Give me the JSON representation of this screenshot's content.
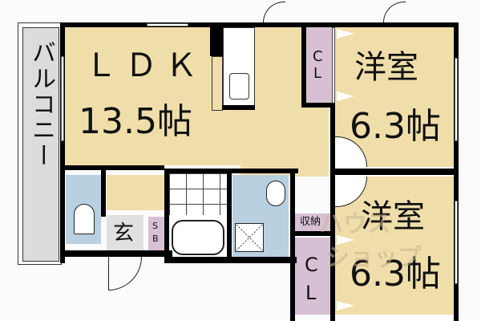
{
  "floor_plan": {
    "rooms": {
      "ldk": {
        "name": "ＬＤＫ",
        "size": "13.5帖"
      },
      "western_room_1": {
        "name": "洋室",
        "size": "6.3帖"
      },
      "western_room_2": {
        "name": "洋室",
        "size": "6.3帖"
      },
      "closet_1": {
        "c": "C",
        "l": "L"
      },
      "closet_2": {
        "c": "C",
        "l": "L"
      },
      "balcony": {
        "name": "バルコニー"
      },
      "entrance": {
        "name": "玄"
      },
      "shoe_box": {
        "s": "S",
        "b": "B"
      },
      "storage": {
        "name": "収納"
      }
    },
    "watermark": {
      "line1": "ハウス",
      "line2": "ショップ"
    },
    "colors": {
      "room_floor": "#f0deaa",
      "closet": "#d8c0d4",
      "wet_area": "#b8d0e0",
      "balcony": "#dcdcdc",
      "wall": "#000000"
    }
  }
}
